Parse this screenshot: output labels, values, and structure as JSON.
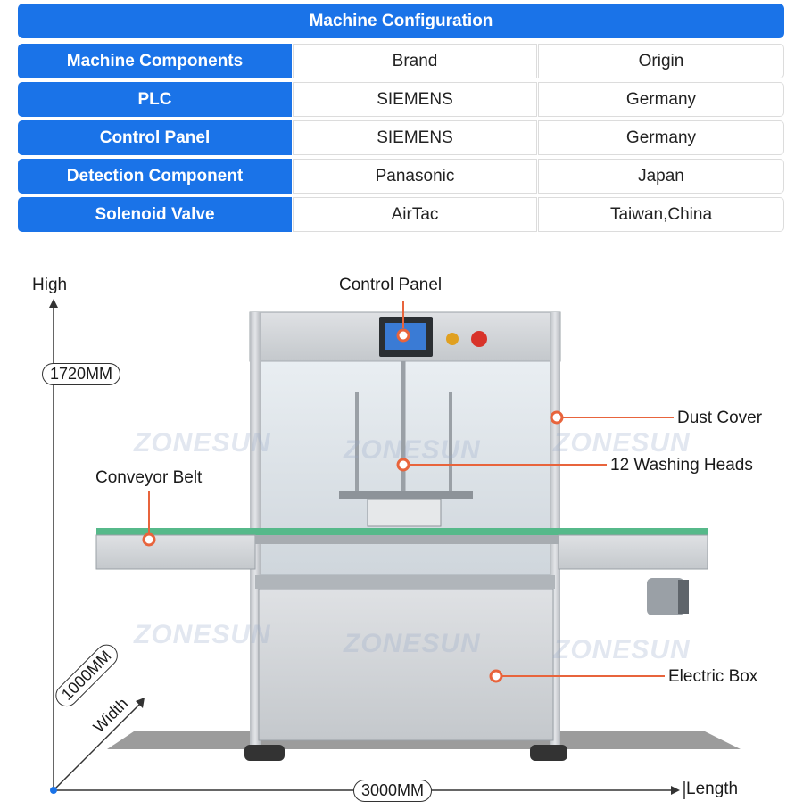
{
  "table": {
    "title": "Machine Configuration",
    "header": {
      "component": "Machine Components",
      "brand": "Brand",
      "origin": "Origin"
    },
    "rows": [
      {
        "component": "PLC",
        "brand": "SIEMENS",
        "origin": "Germany"
      },
      {
        "component": "Control Panel",
        "brand": "SIEMENS",
        "origin": "Germany"
      },
      {
        "component": "Detection Component",
        "brand": "Panasonic",
        "origin": "Japan"
      },
      {
        "component": "Solenoid Valve",
        "brand": "AirTac",
        "origin": "Taiwan,China"
      }
    ]
  },
  "diagram": {
    "high_label": "High",
    "height_value": "1720MM",
    "length_label": "Length",
    "length_value": "3000MM",
    "width_value": "1000MM",
    "width_label": "Width",
    "callouts": {
      "control_panel": "Control Panel",
      "dust_cover": "Dust Cover",
      "washing_heads": "12 Washing Heads",
      "conveyor_belt": "Conveyor Belt",
      "electric_box": "Electric Box"
    },
    "watermark": "ZONESUN",
    "colors": {
      "accent": "#1a73e8",
      "callout": "#e8643c",
      "steel": "#c9ccd0"
    }
  }
}
